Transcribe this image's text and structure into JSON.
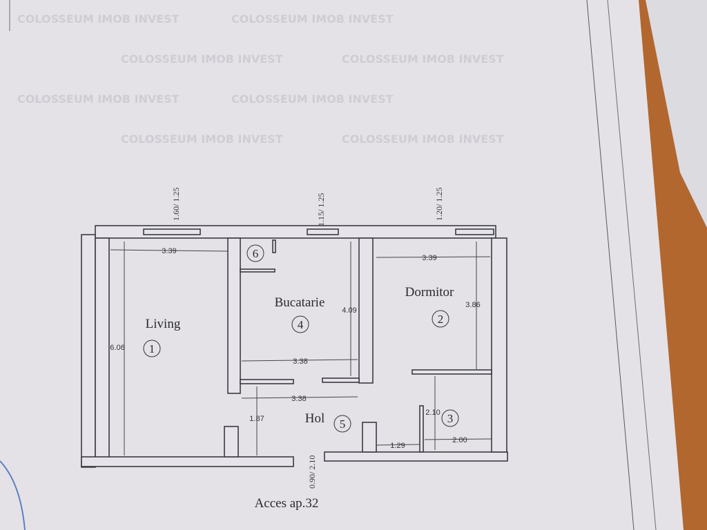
{
  "watermark": "COLOSSEUM IMOB INVEST",
  "rooms": [
    {
      "name": "Living",
      "number": "1"
    },
    {
      "name": "Dormitor",
      "number": "2"
    },
    {
      "name": "",
      "number": "3"
    },
    {
      "name": "Bucatarie",
      "number": "4"
    },
    {
      "name": "Hol",
      "number": "5"
    },
    {
      "name": "",
      "number": "6"
    }
  ],
  "dimensions": {
    "living_width": "3.39",
    "living_length": "6.06",
    "kitchen_width_top": "3.38",
    "kitchen_width_bottom": "3.38",
    "kitchen_length": "4.09",
    "bedroom_width": "3.39",
    "bedroom_length": "3.86",
    "hall_length": "1.87",
    "bath_length": "2.10",
    "bath_width": "2.00",
    "hall_bath_width": "1.29"
  },
  "openings": {
    "window_living": "1.60/ 1.25",
    "window_kitchen": "1.15/ 1.25",
    "window_bedroom": "1.20/ 1.25",
    "entrance_door": "0.90/ 2.10"
  },
  "caption": "Acces ap.32"
}
